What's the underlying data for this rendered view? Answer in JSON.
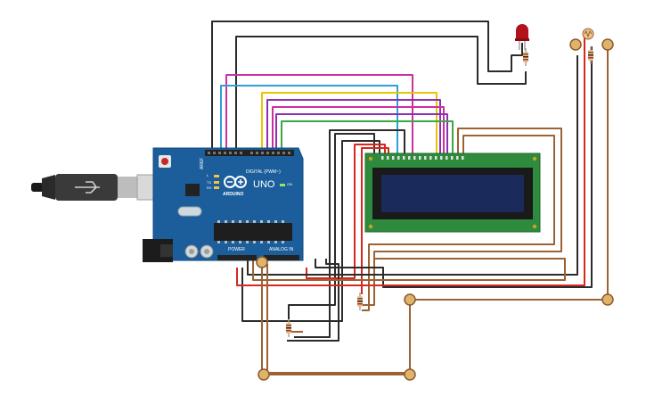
{
  "board": {
    "brand_label": "ARDUINO",
    "model_label": "UNO",
    "digital_header_label": "DIGITAL (PWM~)",
    "power_label": "POWER",
    "analog_label": "ANALOG IN",
    "aref_label": "AREF",
    "tx_label": "TX",
    "rx_label": "RX",
    "l_label": "L",
    "on_label": "ON",
    "color": "#1b5e9b"
  },
  "lcd": {
    "pcb_color": "#2e8b3d",
    "screen_color": "#1a2a5a"
  },
  "led": {
    "color": "#b3121b"
  },
  "wire_colors": {
    "black": "#2b2b2b",
    "magenta": "#cc2fa0",
    "blue": "#2f9fd6",
    "yellow": "#e6c600",
    "purple": "#8d2fb0",
    "green": "#39a845",
    "red": "#d6281f",
    "brown": "#9c6233"
  }
}
